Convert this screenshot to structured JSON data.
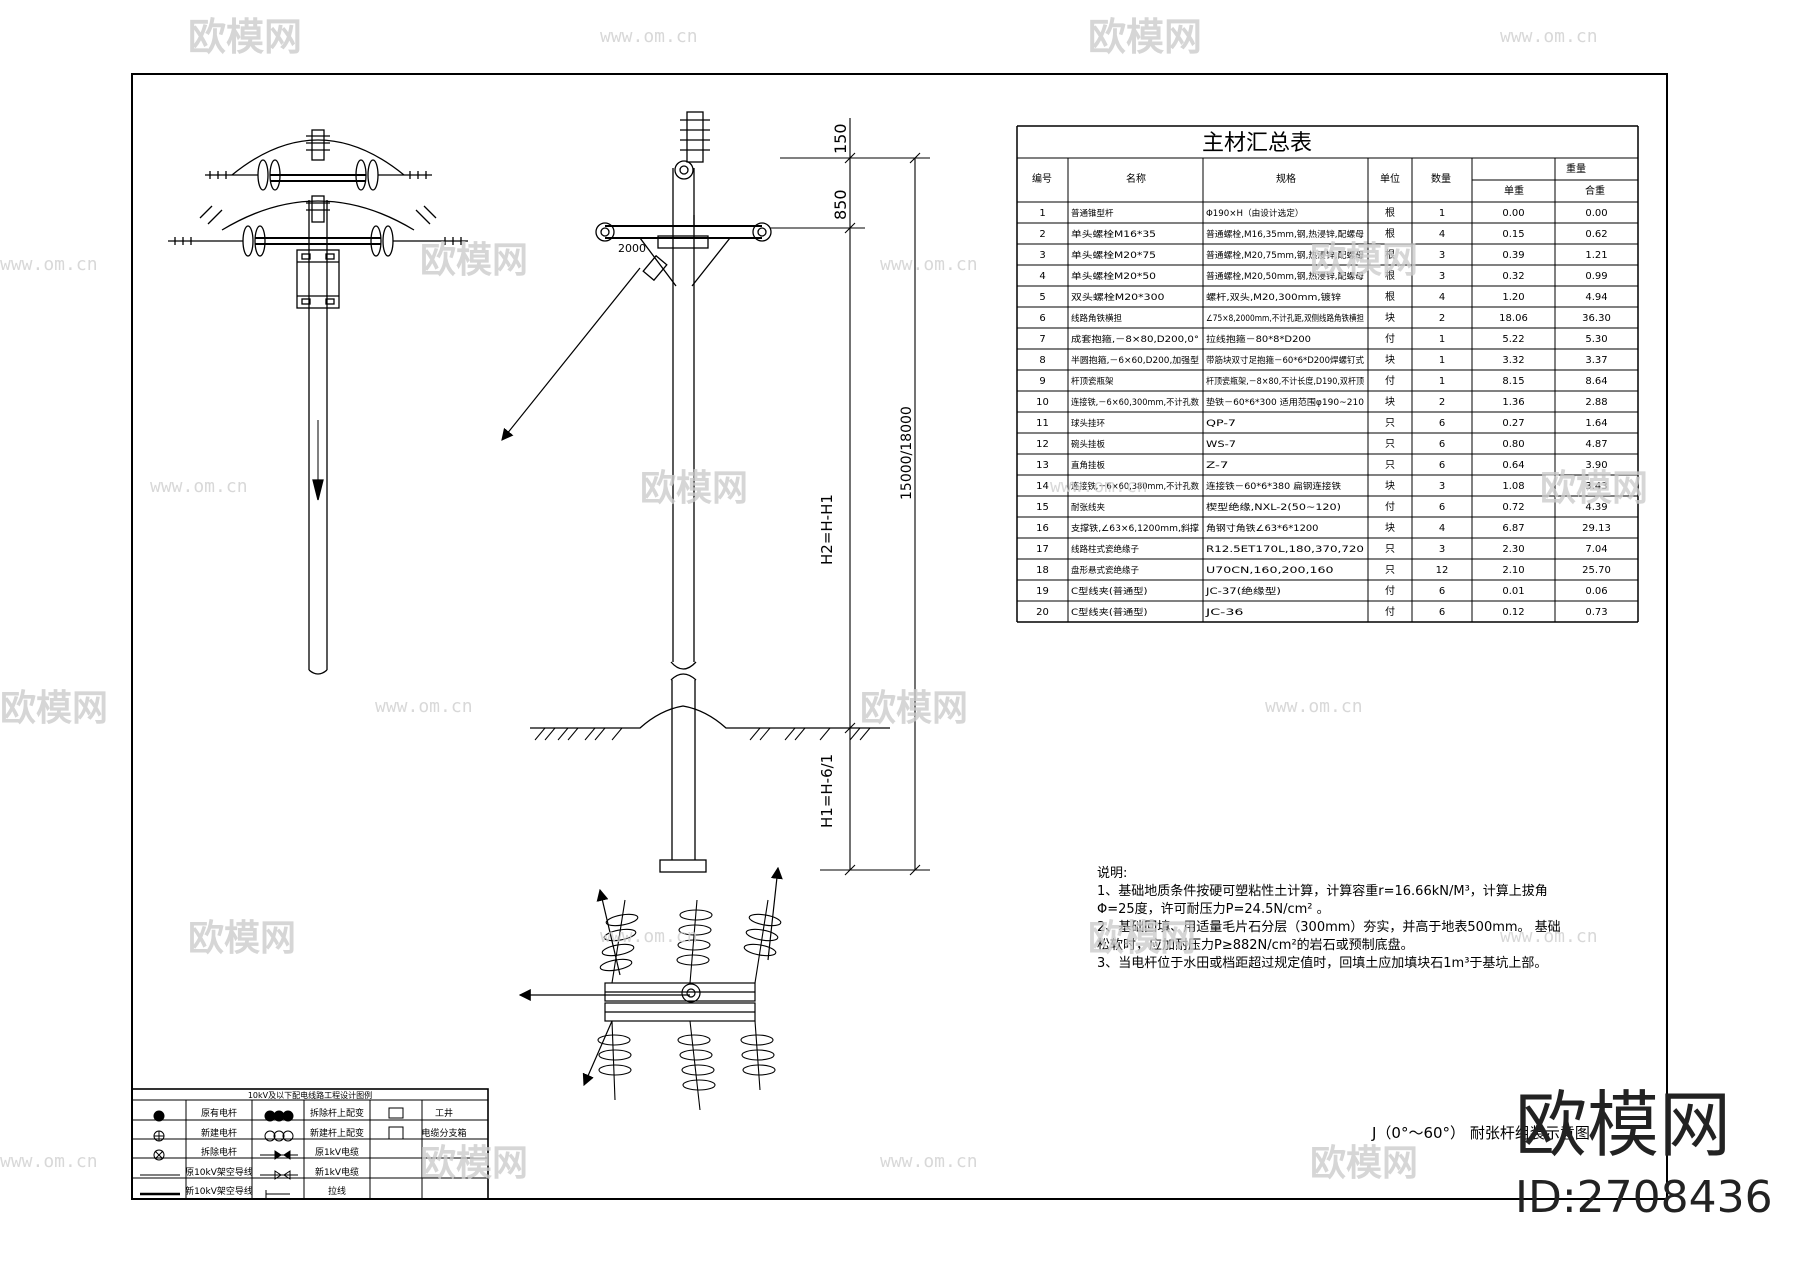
{
  "table": {
    "title": "主材汇总表",
    "headers": {
      "no": "编号",
      "name": "名称",
      "spec": "规格",
      "unit": "单位",
      "qty": "数量",
      "weight": "重量",
      "unit_weight": "单重",
      "total_weight": "合重"
    },
    "rows": [
      {
        "no": "1",
        "name": "普通锥型杆",
        "spec": "Φ190×H（由设计选定）",
        "unit": "根",
        "qty": "1",
        "uw": "0.00",
        "tw": "0.00"
      },
      {
        "no": "2",
        "name": "单头螺栓M16*35",
        "spec": "普通螺栓,M16,35mm,钢,热浸锌,配螺母",
        "unit": "根",
        "qty": "4",
        "uw": "0.15",
        "tw": "0.62"
      },
      {
        "no": "3",
        "name": "单头螺栓M20*75",
        "spec": "普通螺栓,M20,75mm,钢,热浸锌,配螺母",
        "unit": "根",
        "qty": "3",
        "uw": "0.39",
        "tw": "1.21"
      },
      {
        "no": "4",
        "name": "单头螺栓M20*50",
        "spec": "普通螺栓,M20,50mm,钢,热浸锌,配螺母",
        "unit": "根",
        "qty": "3",
        "uw": "0.32",
        "tw": "0.99"
      },
      {
        "no": "5",
        "name": "双头螺栓M20*300",
        "spec": "螺杆,双头,M20,300mm,镀锌",
        "unit": "根",
        "qty": "4",
        "uw": "1.20",
        "tw": "4.94"
      },
      {
        "no": "6",
        "name": "线路角铁横担",
        "spec": "∠75×8,2000mm,不计孔距,双侧线路角铁横担",
        "unit": "块",
        "qty": "2",
        "uw": "18.06",
        "tw": "36.30"
      },
      {
        "no": "7",
        "name": "成套抱箍,－8×80,D200,0°",
        "spec": "拉线抱箍－80*8*D200",
        "unit": "付",
        "qty": "1",
        "uw": "5.22",
        "tw": "5.30"
      },
      {
        "no": "8",
        "name": "半圆抱箍,－6×60,D200,加强型",
        "spec": "带筋块双寸足抱箍－60*6*D200焊螺钉式",
        "unit": "块",
        "qty": "1",
        "uw": "3.32",
        "tw": "3.37"
      },
      {
        "no": "9",
        "name": "杆顶瓷瓶架",
        "spec": "杆顶瓷瓶架,－8×80,不计长度,D190,双杆顶",
        "unit": "付",
        "qty": "1",
        "uw": "8.15",
        "tw": "8.64"
      },
      {
        "no": "10",
        "name": "连接铁,－6×60,300mm,不计孔数",
        "spec": "垫铁－60*6*300 适用范围φ190~210",
        "unit": "块",
        "qty": "2",
        "uw": "1.36",
        "tw": "2.88"
      },
      {
        "no": "11",
        "name": "球头挂环",
        "spec": "QP-7",
        "unit": "只",
        "qty": "6",
        "uw": "0.27",
        "tw": "1.64"
      },
      {
        "no": "12",
        "name": "碗头挂板",
        "spec": "WS-7",
        "unit": "只",
        "qty": "6",
        "uw": "0.80",
        "tw": "4.87"
      },
      {
        "no": "13",
        "name": "直角挂板",
        "spec": "Z-7",
        "unit": "只",
        "qty": "6",
        "uw": "0.64",
        "tw": "3.90"
      },
      {
        "no": "14",
        "name": "连接铁,－6×60,380mm,不计孔数",
        "spec": "连接铁－60*6*380 扁钢连接铁",
        "unit": "块",
        "qty": "3",
        "uw": "1.08",
        "tw": "3.43"
      },
      {
        "no": "15",
        "name": "耐张线夹",
        "spec": "楔型绝缘,NXL-2(50~120)",
        "unit": "付",
        "qty": "6",
        "uw": "0.72",
        "tw": "4.39"
      },
      {
        "no": "16",
        "name": "支撑铁,∠63×6,1200mm,斜撑",
        "spec": "角钢寸角铁∠63*6*1200",
        "unit": "块",
        "qty": "4",
        "uw": "6.87",
        "tw": "29.13"
      },
      {
        "no": "17",
        "name": "线路柱式瓷绝缘子",
        "spec": "R12.5ET170L,180,370,720",
        "unit": "只",
        "qty": "3",
        "uw": "2.30",
        "tw": "7.04"
      },
      {
        "no": "18",
        "name": "盘形悬式瓷绝缘子",
        "spec": "U70CN,160,200,160",
        "unit": "只",
        "qty": "12",
        "uw": "2.10",
        "tw": "25.70"
      },
      {
        "no": "19",
        "name": "C型线夹(普通型)",
        "spec": "JC-37(绝缘型)",
        "unit": "付",
        "qty": "6",
        "uw": "0.01",
        "tw": "0.06"
      },
      {
        "no": "20",
        "name": "C型线夹(普通型)",
        "spec": "JC-36",
        "unit": "付",
        "qty": "6",
        "uw": "0.12",
        "tw": "0.73"
      }
    ]
  },
  "dimensions": {
    "d150": "150",
    "d850": "850",
    "total": "15000/18000",
    "h2": "H2=H-H1",
    "h1": "H1=H-6/1",
    "arm": "2000"
  },
  "notes": {
    "title": "说明:",
    "lines": [
      "1、基础地质条件按硬可塑粘性土计算，计算容重r=16.66kN/M³，计算上拔角",
      "Φ=25度，许可耐压力P=24.5N/cm²  。",
      "2、基础回填、用适量毛片石分层（300mm）夯实，并高于地表500mm。  基础",
      "松软时，应加耐压力P≥882N/cm²的岩石或预制底盘。",
      "3、当电杆位于水田或档距超过规定值时，回填土应加填块石1m³于基坑上部。"
    ]
  },
  "legend": {
    "title": "10kV及以下配电线路工程设计图例",
    "c1": [
      "原有电杆",
      "新建电杆",
      "拆除电杆",
      "原10kV架空导线",
      "新10kV架空导线"
    ],
    "c2": [
      "拆除杆上配变",
      "新建杆上配变",
      "原1kV电缆",
      "新1kV电缆",
      "拉线"
    ],
    "c3": [
      "工井",
      "电缆分支箱"
    ]
  },
  "drawing_title": "J（0°～60°） 耐张杆组装示意图",
  "watermark": {
    "name": "欧模网",
    "url": "www.om.cn",
    "id": "ID:2708436"
  }
}
